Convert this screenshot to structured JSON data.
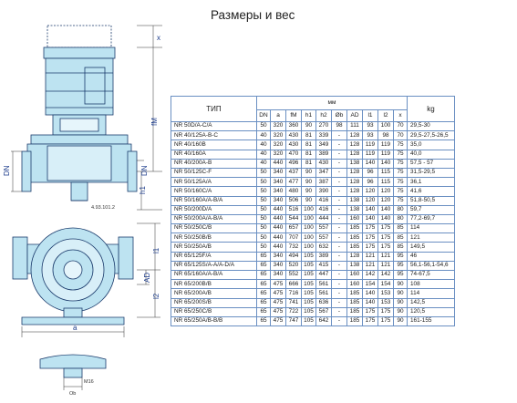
{
  "title": "Размеры и вес",
  "drawing": {
    "dims_side": {
      "x": "x",
      "fM": "fM",
      "h1": "h1",
      "dn_left": "DN",
      "dn_right": "DN",
      "ref": "4.93.101.2"
    },
    "dims_front": {
      "l1": "l1",
      "l2": "l2",
      "ad": "AD",
      "a": "a"
    },
    "dims_base": {
      "m16": "M16",
      "ob": "Ob"
    }
  },
  "table": {
    "type_header": "ТИП",
    "unit_mm": "мм",
    "columns": [
      "DN",
      "a",
      "fM",
      "h1",
      "h2",
      "Øb",
      "AD",
      "l1",
      "l2",
      "x"
    ],
    "unit_kg": "kg",
    "rows": [
      [
        "NR 50D/A-C/A",
        "50",
        "320",
        "360",
        "90",
        "270",
        "98",
        "111",
        "93",
        "100",
        "70",
        "29,5-30"
      ],
      [
        "NR 40/125A-B-C",
        "40",
        "320",
        "430",
        "81",
        "339",
        "-",
        "128",
        "93",
        "98",
        "70",
        "29,5-27,5-26,5"
      ],
      [
        "NR 40/160B",
        "40",
        "320",
        "430",
        "81",
        "349",
        "-",
        "128",
        "119",
        "119",
        "75",
        "35,0"
      ],
      [
        "NR 40/160A",
        "40",
        "320",
        "470",
        "81",
        "389",
        "-",
        "128",
        "119",
        "119",
        "75",
        "40,0"
      ],
      [
        "NR 40/200A-B",
        "40",
        "440",
        "496",
        "81",
        "430",
        "-",
        "138",
        "140",
        "140",
        "75",
        "57,5 - 57"
      ],
      [
        "NR 50/125C-F",
        "50",
        "340",
        "437",
        "90",
        "347",
        "-",
        "128",
        "96",
        "115",
        "75",
        "31,5-29,5"
      ],
      [
        "NR 50/125A/A",
        "50",
        "340",
        "477",
        "90",
        "387",
        "-",
        "128",
        "96",
        "115",
        "75",
        "36,1"
      ],
      [
        "NR 50/160C/A",
        "50",
        "340",
        "480",
        "90",
        "390",
        "-",
        "128",
        "120",
        "120",
        "75",
        "41,6"
      ],
      [
        "NR 50/160A/A-B/A",
        "50",
        "340",
        "506",
        "90",
        "416",
        "-",
        "138",
        "120",
        "120",
        "75",
        "51,8-50,5"
      ],
      [
        "NR 50/200D/A",
        "50",
        "440",
        "516",
        "100",
        "416",
        "-",
        "138",
        "140",
        "140",
        "80",
        "59,7"
      ],
      [
        "NR 50/200A/A-B/A",
        "50",
        "440",
        "544",
        "100",
        "444",
        "-",
        "160",
        "140",
        "140",
        "80",
        "77,2-69,7"
      ],
      [
        "NR 50/250C/B",
        "50",
        "440",
        "657",
        "100",
        "557",
        "-",
        "185",
        "175",
        "175",
        "85",
        "114"
      ],
      [
        "NR 50/250B/B",
        "50",
        "440",
        "707",
        "100",
        "557",
        "-",
        "185",
        "175",
        "175",
        "85",
        "121"
      ],
      [
        "NR 50/250A/B",
        "50",
        "440",
        "732",
        "100",
        "632",
        "-",
        "185",
        "175",
        "175",
        "85",
        "149,5"
      ],
      [
        "NR 65/125F/A",
        "65",
        "340",
        "494",
        "105",
        "389",
        "-",
        "128",
        "121",
        "121",
        "95",
        "46"
      ],
      [
        "NR 65/125S/A-A/A-D/A",
        "65",
        "340",
        "520",
        "105",
        "415",
        "-",
        "138",
        "121",
        "121",
        "95",
        "56,1-56,1-54,6"
      ],
      [
        "NR 65/160A/A-B/A",
        "65",
        "340",
        "552",
        "105",
        "447",
        "-",
        "160",
        "142",
        "142",
        "95",
        "74-67,5"
      ],
      [
        "NR 65/200B/B",
        "65",
        "475",
        "666",
        "105",
        "561",
        "-",
        "160",
        "154",
        "154",
        "90",
        "108"
      ],
      [
        "NR 65/200A/B",
        "65",
        "475",
        "716",
        "105",
        "561",
        "-",
        "185",
        "140",
        "153",
        "90",
        "114"
      ],
      [
        "NR 65/200S/B",
        "65",
        "475",
        "741",
        "105",
        "636",
        "-",
        "185",
        "140",
        "153",
        "90",
        "142,5"
      ],
      [
        "NR 65/250C/B",
        "65",
        "475",
        "722",
        "105",
        "567",
        "-",
        "185",
        "175",
        "175",
        "90",
        "120,5"
      ],
      [
        "NR 65/250A/B-B/B",
        "65",
        "475",
        "747",
        "105",
        "642",
        "-",
        "185",
        "175",
        "175",
        "90",
        "161-155"
      ]
    ]
  },
  "colors": {
    "pump_fill": "#bde3f1",
    "pump_stroke": "#1a3a6b",
    "grid": "#6a8fc2",
    "accent": "#1a3a8a"
  }
}
